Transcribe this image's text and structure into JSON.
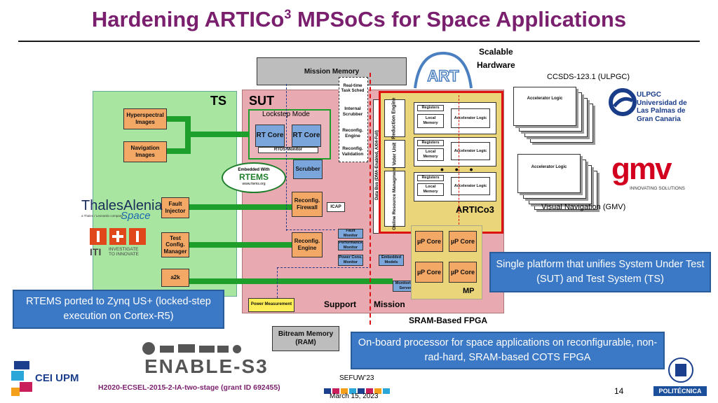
{
  "title": {
    "main": "Hardening ARTICo",
    "sup": "3",
    "rest": " MPSoCs for Space Applications"
  },
  "mission_memory": "Mission Memory",
  "sched": "Real-time Task Sched",
  "internal_scrubber": "Internal Scrubber",
  "reconfig_engine_top": "Reconfig. Engine",
  "reconfig_validation": "Reconfig. Validation",
  "ts_label": "TS",
  "sut_label": "SUT",
  "lockstep": "Lockstep Mode",
  "rt_core": "RT Core",
  "rtos_monitor": "RTOS Monitor",
  "scrubber": "Scrubber",
  "rtems_top": "Embedded With",
  "rtems_main": "RTEMS",
  "rtems_url": "www.rtems.org",
  "hyperspectral": "Hyperspectral Images",
  "navigation": "Navigation Images",
  "fault_injector": "Fault Injector",
  "test_config": "Test Config. Manager",
  "a2k": "a2k",
  "reconfig_firewall": "Reconfig. Firewall",
  "icap": "ICAP",
  "reconfig_engine": "Reconfig. Engine",
  "fault_monitor": "Fault Monitor",
  "perf_monitor": "Performance Monitor",
  "power_monitor": "Power Cons. Monitor",
  "embedded_models": "Embedded Models",
  "monitoring_server": "Monitoring Server",
  "power_measurement": "Power Measurement",
  "support": "Support",
  "mission": "Mission",
  "sram_fpga": "SRAM-Based FPGA",
  "bitream": "Bitream Memory (RAM)",
  "data_bus": "Data Bus (DMA-Enabled, AXI4-Full)",
  "reduction_engine": "Reduction Engine",
  "voter_unit": "Voter Unit",
  "online_resource": "Online Resource Managment",
  "registers": "Registers",
  "local_memory": "Local Memory",
  "accelerator_logic": "Accelerator Logic",
  "artico3": "ARTICo3",
  "up_core": "µP Core",
  "mp": "MP",
  "scalable": "Scalable",
  "hardware": "Hardware",
  "ccsds": "CCSDS-123.1 (ULPGC)",
  "visual_nav": "Visual Navigation (GMV)",
  "ulpgc_line1": "ULPGC",
  "ulpgc_line2": "Universidad de",
  "ulpgc_line3": "Las Palmas de",
  "ulpgc_line4": "Gran Canaria",
  "gmv": "gmv",
  "gmv_sub": "INNOVATING SOLUTIONS",
  "thales1": "ThalesAlenia",
  "thales2": "Space",
  "thales3": "a Thales / Leonardo company",
  "iti1": "ITI",
  "iti2": "INVESTIGATE",
  "iti3": "TO INNOVATE",
  "callout_rtems": "RTEMS ported to Zynq US+ (locked-step execution on Cortex-R5)",
  "callout_platform": "Single platform that unifies System Under Test (SUT) and Test System (TS)",
  "callout_onboard": "On-board processor for space applications on reconfigurable, non-rad-hard, SRAM-based COTS FPGA",
  "enable_s3": "ENABLE-S3",
  "ceiupm": "CEI UPM",
  "grant": "H2020-ECSEL-2015-2-IA-two-stage (grant ID 692455)",
  "sefuw": "SEFUW’23",
  "date": "March 15, 2023",
  "page_number": "14",
  "politecnica": "POLITÉCNICA",
  "colors": {
    "title": "#7a1f6e",
    "ts_green": "#a8e5a0",
    "sut_pink": "#e8aab0",
    "callout_blue": "#3b78c5",
    "border_red": "#d11"
  }
}
